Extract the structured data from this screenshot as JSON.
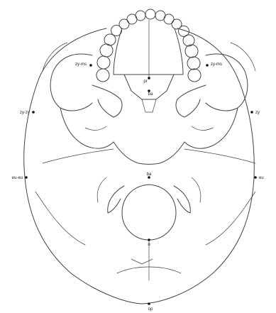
{
  "diagram": {
    "labels": {
      "top_center_upper": "pr",
      "top_center_lower": "ba",
      "upper_left": "zy-ms",
      "upper_right": "zy-ms",
      "mid_left_upper": "zy-zy",
      "mid_right_upper": "zy",
      "mid_left_lower": "eu-eu",
      "mid_right_lower": "eu",
      "foramen": "ba",
      "opisthion": "o",
      "bottom": "op"
    }
  }
}
